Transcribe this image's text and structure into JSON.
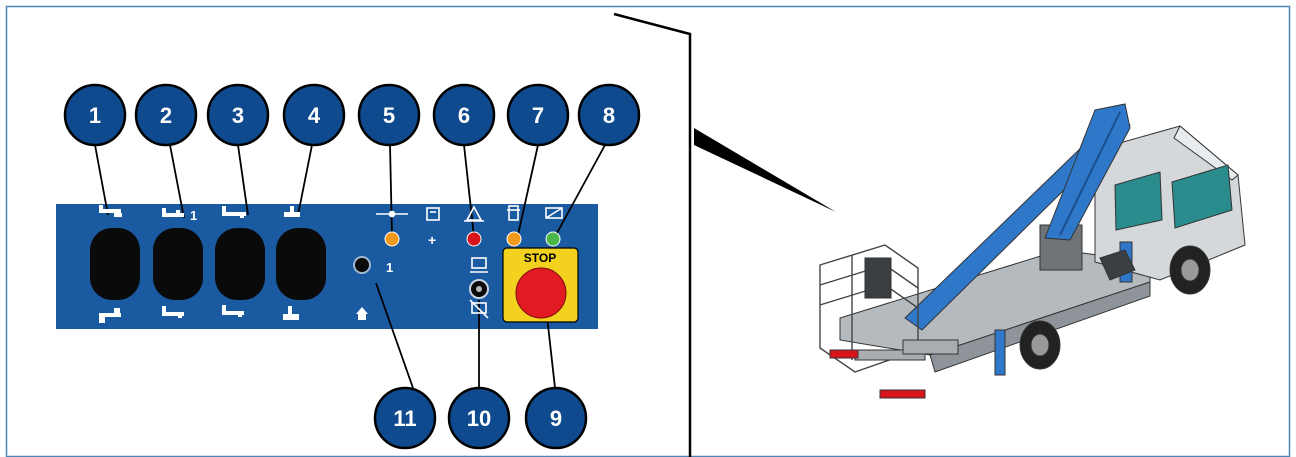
{
  "colors": {
    "frame": "#4f84b6",
    "panel": "#1a5aa0",
    "callout": "#0f4a8f",
    "lamp_orange": "#f39a1a",
    "lamp_red": "#d8141c",
    "lamp_green": "#49b848",
    "stop_yellow": "#f2d11f",
    "stop_red": "#e21b23",
    "boom_blue": "#2f77c9",
    "truck_grey": "#cfd3d6"
  },
  "callouts": [
    "1",
    "2",
    "3",
    "4",
    "5",
    "6",
    "7",
    "8",
    "11",
    "10",
    "9"
  ],
  "panel": {
    "label_switch2": "1",
    "label_port": "1",
    "stop_label": "STOP",
    "plus_sign": "+"
  },
  "icons": [
    "outrigger-raise-icon",
    "outrigger-lower-icon",
    "boom-raise-icon",
    "boom-lower-icon",
    "telescope-extend-icon",
    "telescope-retract-icon",
    "jib-up-icon",
    "jib-down-icon",
    "level-icon",
    "load-icon",
    "tilt-warning-icon",
    "overload-icon",
    "battery-icon",
    "home-icon",
    "platform-icon",
    "key-switch-icon",
    "no-platform-icon"
  ]
}
